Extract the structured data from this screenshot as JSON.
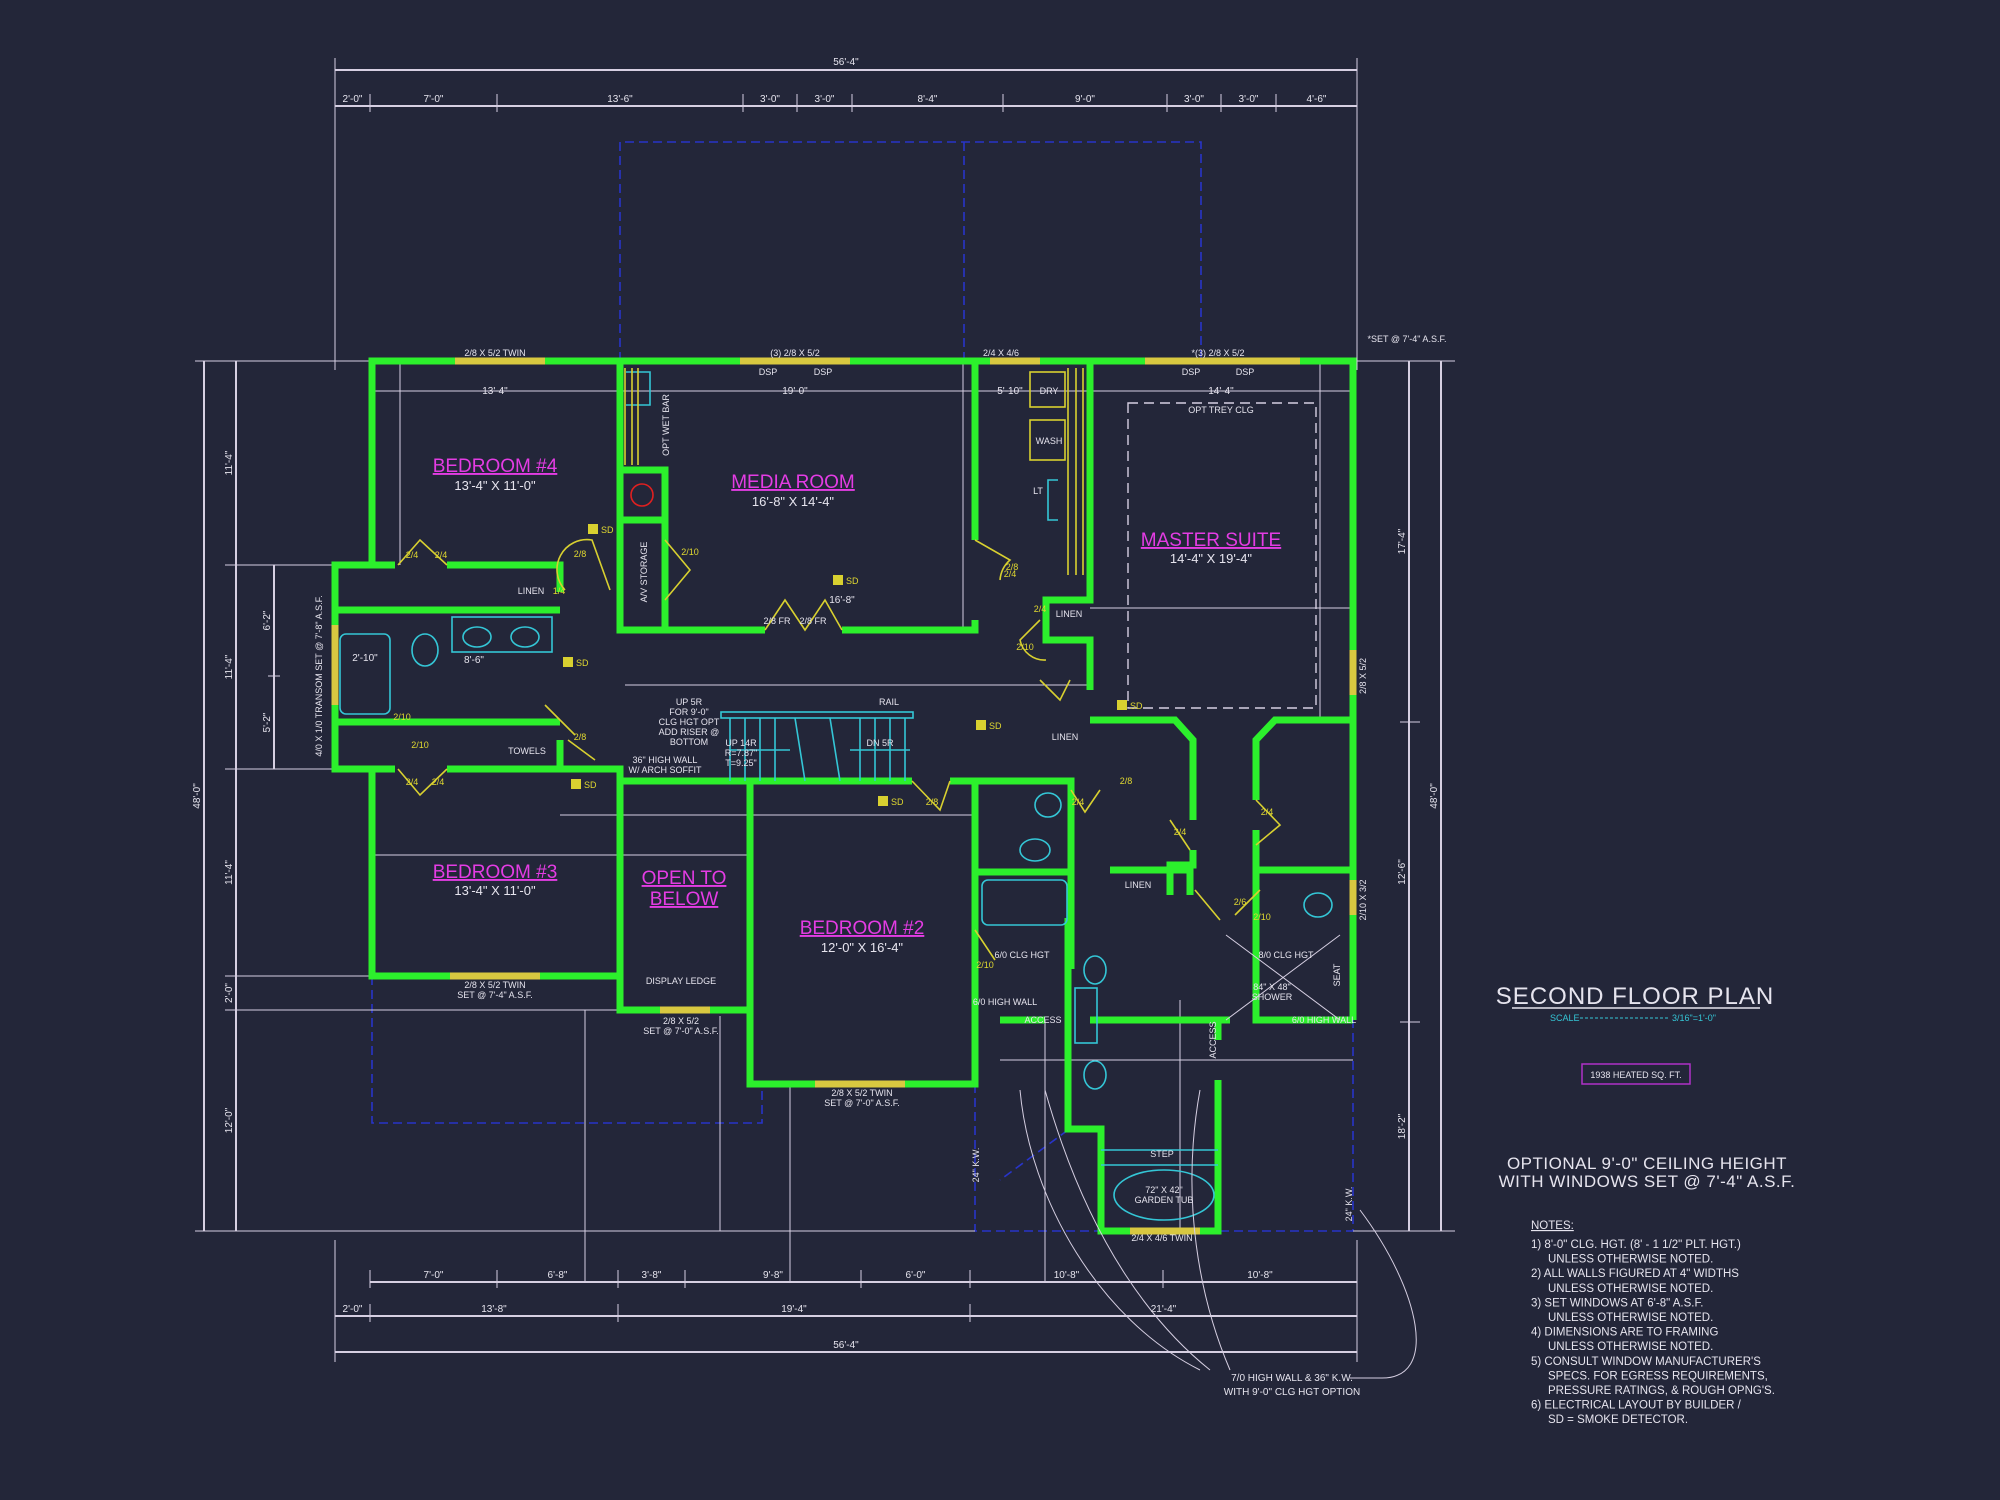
{
  "title_block": {
    "title": "SECOND FLOOR PLAN",
    "scale_label": "SCALE",
    "scale_value": "3/16\"=1'-0\"",
    "heated_area": "1938 HEATED SQ. FT.",
    "ceiling_note": [
      "OPTIONAL 9'-0\" CEILING HEIGHT",
      "WITH WINDOWS SET @ 7'-4\" A.S.F."
    ]
  },
  "notes": {
    "heading": "NOTES:",
    "lines": [
      "1) 8'-0\"  CLG. HGT. (8' - 1 1/2\" PLT. HGT.)",
      "UNLESS OTHERWISE NOTED.",
      "2) ALL  WALLS FIGURED AT 4\" WIDTHS",
      "UNLESS OTHERWISE NOTED.",
      "3) SET WINDOWS AT 6'-8\" A.S.F.",
      "UNLESS OTHERWISE NOTED.",
      "4) DIMENSIONS ARE TO FRAMING",
      "UNLESS OTHERWISE NOTED.",
      "5) CONSULT WINDOW MANUFACTURER'S",
      "SPECS. FOR EGRESS REQUIREMENTS,",
      "PRESSURE RATINGS, & ROUGH OPNG'S.",
      "6) ELECTRICAL LAYOUT BY BUILDER /",
      "SD = SMOKE DETECTOR."
    ]
  },
  "rooms": [
    {
      "name": "BEDROOM #4",
      "size": "13'-4\" X 11'-0\""
    },
    {
      "name": "MEDIA ROOM",
      "size": "16'-8\" X 14'-4\""
    },
    {
      "name": "MASTER SUITE",
      "size": "14'-4\" X 19'-4\""
    },
    {
      "name": "BEDROOM #3",
      "size": "13'-4\" X 11'-0\""
    },
    {
      "name": "OPEN TO",
      "name2": "BELOW"
    },
    {
      "name": "BEDROOM #2",
      "size": "12'-0\" X 16'-4\""
    }
  ],
  "dimensions": {
    "top_overall": "56'-4\"",
    "top": [
      "2'-0\"",
      "7'-0\"",
      "13'-6\"",
      "3'-0\"",
      "3'-0\"",
      "8'-4\"",
      "9'-0\"",
      "3'-0\"",
      "3'-0\"",
      "4'-6\""
    ],
    "bottom_row1": [
      "7'-0\"",
      "6'-8\"",
      "3'-8\"",
      "9'-8\"",
      "6'-0\"",
      "10'-8\"",
      "10'-8\""
    ],
    "bottom_row2": [
      "2'-0\"",
      "13'-8\"",
      "19'-4\"",
      "21'-4\""
    ],
    "bottom_overall": "56'-4\"",
    "left_outer": "48'-0\"",
    "left": [
      "11'-4\"",
      "11'-4\"",
      "11'-4\"",
      "2'-0\"",
      "12'-0\""
    ],
    "left_inner": [
      "6'-2\"",
      "5'-2\""
    ],
    "right": [
      "17'-4\"",
      "12'-6\"",
      "18'-2\""
    ],
    "right_outer": "48'-0\""
  },
  "labels": {
    "win_bed4": "2/8 X 5/2 TWIN",
    "win_media": "(3) 2/8 X 5/2",
    "win_laundry": "2/4 X 4/6",
    "win_master": "*(3) 2/8 X 5/2",
    "win_note": "*SET @ 7'-4\" A.S.F.",
    "dsp": "DSP",
    "d_bed4_w": "13'-4\"",
    "d_media_w": "19'-0\"",
    "d_laundry_w": "5'-10\"",
    "dry": "DRY",
    "wash": "WASH",
    "lt": "LT",
    "d_master_w": "14'-4\"",
    "trey": "OPT TREY CLG",
    "wet_bar": "OPT WET BAR",
    "av_storage": "A/V STORAGE",
    "d_media_h": "16'-8\"",
    "french_door": "2/8 FR",
    "linen": "LINEN",
    "towels": "TOWELS",
    "d_vanity": "8'-6\"",
    "d_tub": "2'-10\"",
    "transom": "4/0 X 1/0 TRANSOM SET @ 7'-8\" A.S.F.",
    "stair_note": [
      "UP 5R",
      "FOR 9'-0\"",
      "CLG HGT OPT",
      "ADD RISER @",
      "BOTTOM"
    ],
    "arch_wall": [
      "36\" HIGH WALL",
      "W/ ARCH SOFFIT"
    ],
    "stair_up": [
      "UP 14R",
      "R=7.87\"",
      "T=9.25\""
    ],
    "stair_dn": "DN 5R",
    "rail": "RAIL",
    "display_ledge": "DISPLAY LEDGE",
    "win_open": [
      "2/8 X 5/2",
      "SET @ 7'-0\" A.S.F."
    ],
    "win_bed2": [
      "2/8 X 5/2 TWIN",
      "SET @ 7'-0\" A.S.F."
    ],
    "win_bed3": [
      "2/8 X 5/2 TWIN",
      "SET @ 7'-4\" A.S.F."
    ],
    "clg_6": "6/0 CLG HGT",
    "clg_8": "8/0 CLG HGT",
    "high_wall": "6/0 HIGH WALL",
    "access": "ACCESS",
    "shower": [
      "84\" X 48\"",
      "SHOWER"
    ],
    "seat": "SEAT",
    "step": "STEP",
    "garden_tub": [
      "72\" X 42\"",
      "GARDEN TUB"
    ],
    "win_tub": "2/4 X 4/6 TWIN",
    "kw": "24\" K.W.",
    "win_master_side": "2/8 X 5/2",
    "win_wc": "2/10 X 3/2",
    "kw_note": [
      "7/0 HIGH WALL & 36\" K.W.",
      "WITH 9'-0\" CLG HGT OPTION"
    ],
    "sd": "SD",
    "doors": [
      "2/4",
      "2/4",
      "2/8",
      "1/4",
      "2/10",
      "2/10",
      "2/8",
      "2/4",
      "2/4",
      "2/10",
      "2/4",
      "2/8",
      "2/4",
      "2/8",
      "2/8",
      "2/10",
      "2/4",
      "2/4",
      "2/6",
      "2/10",
      "2/10",
      "2/4"
    ]
  },
  "colors": {
    "background": "#232639",
    "walls": "#2cf02c",
    "room_names": "#e43ce4",
    "doors_windows": "#d8d030",
    "fixtures": "#34c6d6",
    "overhead_dashed": "#2834c8",
    "text": "#e6e4ee"
  }
}
